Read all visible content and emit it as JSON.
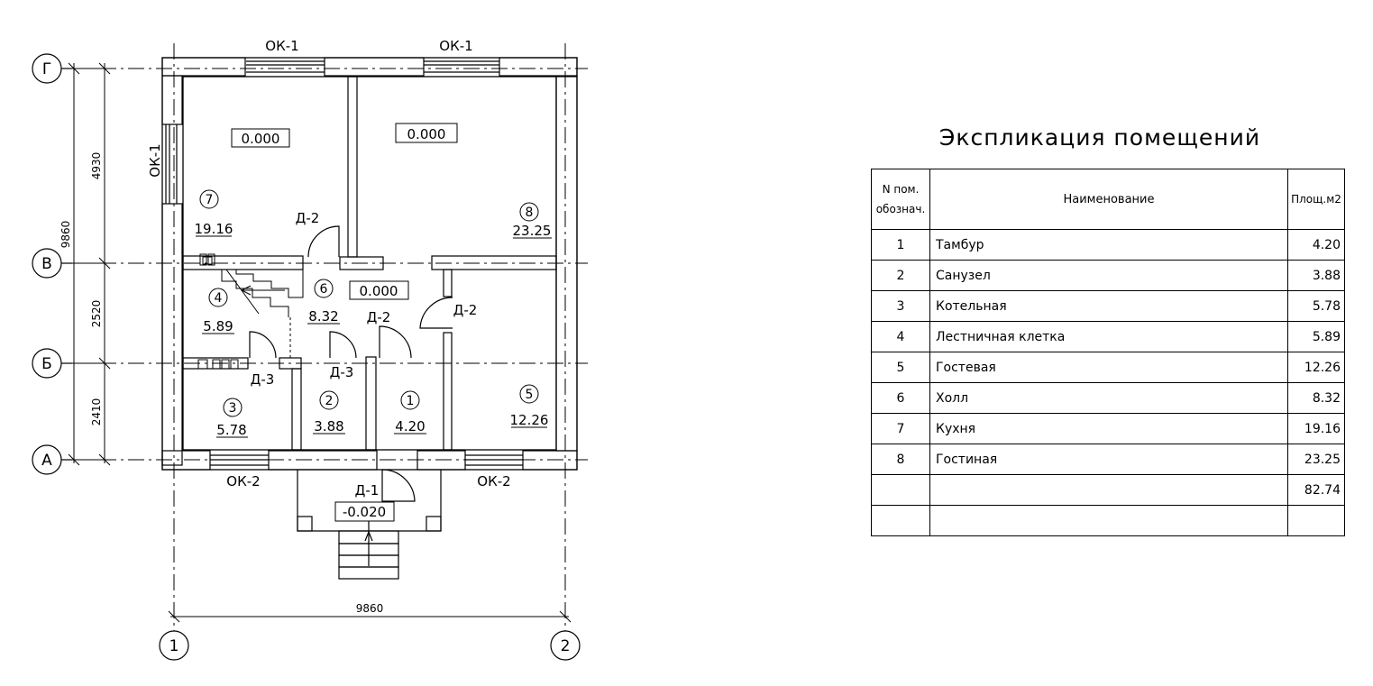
{
  "plan": {
    "axes": {
      "G": "Г",
      "V": "В",
      "B": "Б",
      "A": "А",
      "n1": "1",
      "n2": "2"
    },
    "dims": {
      "d4930": "4930",
      "d9860v": "9860",
      "d2520": "2520",
      "d2410": "2410",
      "d9860h": "9860"
    },
    "windows": {
      "ok1a": "ОК-1",
      "ok1b": "ОК-1",
      "ok1c": "ОК-1",
      "ok2a": "ОК-2",
      "ok2b": "ОК-2"
    },
    "doors": {
      "d2a": "Д-2",
      "d2b": "Д-2",
      "d2c": "Д-2",
      "d3a": "Д-3",
      "d3b": "Д-3",
      "d1": "Д-1"
    },
    "levels": {
      "l1": "0.000",
      "l2": "0.000",
      "l3": "0.000",
      "l4": "-0.020"
    },
    "rooms": [
      {
        "num": "7",
        "area": "19.16"
      },
      {
        "num": "8",
        "area": "23.25"
      },
      {
        "num": "4",
        "area": "5.89"
      },
      {
        "num": "6",
        "area": "8.32"
      },
      {
        "num": "3",
        "area": "5.78"
      },
      {
        "num": "2",
        "area": "3.88"
      },
      {
        "num": "1",
        "area": "4.20"
      },
      {
        "num": "5",
        "area": "12.26"
      }
    ]
  },
  "explication": {
    "title": "Экспликация помещений",
    "header": {
      "num_line1": "N пом.",
      "num_line2": "обознач.",
      "name": "Наименование",
      "area": "Площ.м2"
    },
    "rows": [
      {
        "num": "1",
        "name": "Тамбур",
        "area": "4.20"
      },
      {
        "num": "2",
        "name": "Санузел",
        "area": "3.88"
      },
      {
        "num": "3",
        "name": "Котельная",
        "area": "5.78"
      },
      {
        "num": "4",
        "name": "Лестничная клетка",
        "area": "5.89"
      },
      {
        "num": "5",
        "name": "Гостевая",
        "area": "12.26"
      },
      {
        "num": "6",
        "name": "Холл",
        "area": "8.32"
      },
      {
        "num": "7",
        "name": "Кухня",
        "area": "19.16"
      },
      {
        "num": "8",
        "name": "Гостиная",
        "area": "23.25"
      },
      {
        "num": "",
        "name": "",
        "area": "82.74"
      },
      {
        "num": "",
        "name": "",
        "area": ""
      }
    ]
  }
}
